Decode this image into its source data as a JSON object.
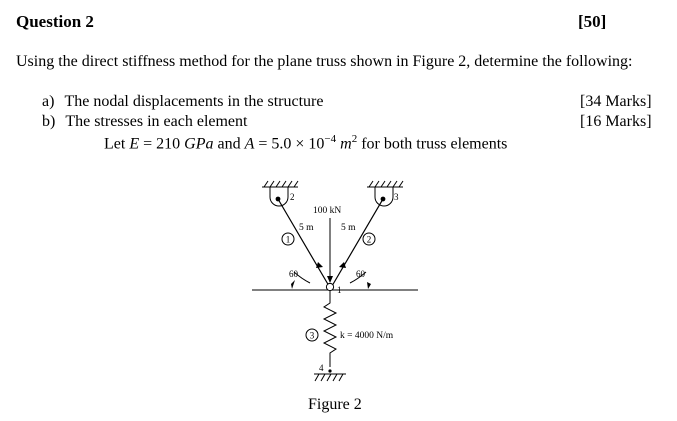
{
  "question": {
    "title": "Question 2",
    "marks": "[50]"
  },
  "intro": "Using the direct stiffness method for the plane truss shown in Figure 2, determine the following:",
  "parts": [
    {
      "letter": "a)",
      "text": "The nodal displacements in the structure",
      "marks": "[34 Marks]"
    },
    {
      "letter": "b)",
      "text": "The stresses in each element",
      "marks": "[16 Marks]"
    }
  ],
  "given": {
    "prefix": "Let ",
    "E_symbol": "E",
    "E_eq": " = 210 ",
    "E_unit": "GPa",
    "and": " and ",
    "A_symbol": "A",
    "A_eq": " = 5.0 × 10",
    "A_exp": "−4",
    "A_unit": " m",
    "A_unit_exp": "2",
    "suffix": " for both truss elements"
  },
  "figure": {
    "caption": "Figure 2",
    "load": "100 kN",
    "length_left": "5 m",
    "length_right": "5 m",
    "angle_left": "60",
    "angle_right": "60",
    "spring": "k = 4000 N/m",
    "node_1": "1",
    "node_2": "2",
    "node_3": "3",
    "node_4": "4",
    "element_1": "1",
    "element_2": "2",
    "element_3": "3"
  }
}
